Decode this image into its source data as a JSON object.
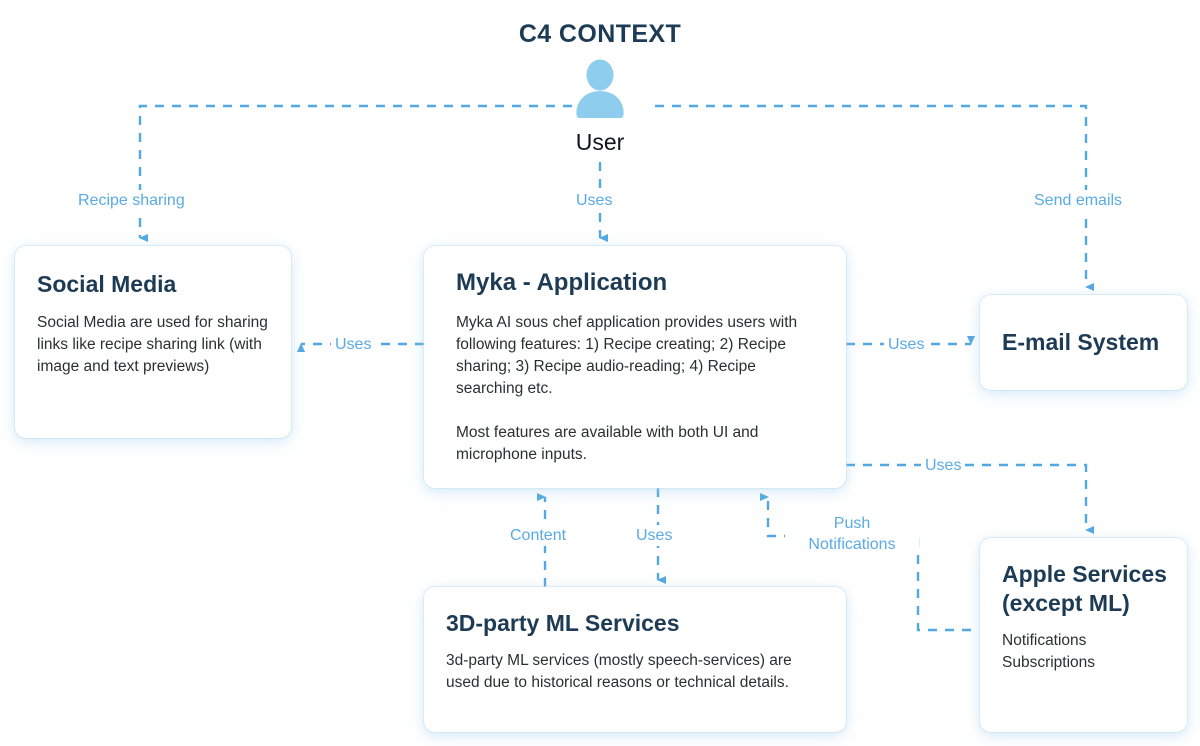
{
  "diagram": {
    "title": "C4 CONTEXT",
    "type": "c4-context-diagram"
  },
  "colors": {
    "title_navy": "#1d3b54",
    "heading_navy": "#1d3b54",
    "body_text": "#2b2f33",
    "edge_blue": "#59abe3",
    "actor_blue": "#8ecdee",
    "background": "#ffffff",
    "box_background": "#ffffff"
  },
  "actor": {
    "icon": "user-person-icon",
    "label": "User"
  },
  "nodes": {
    "social_media": {
      "title": "Social Media",
      "description": "Social Media are used for sharing links like recipe sharing link (with image and text previews)"
    },
    "myka": {
      "title": "Myka - Application",
      "description": "Myka AI sous chef application provides users with following features: 1) Recipe creating; 2) Recipe sharing; 3) Recipe audio-reading; 4) Recipe searching etc.\n\nMost features are available with both UI and microphone inputs."
    },
    "email_system": {
      "title": "E-mail System",
      "description": ""
    },
    "ml_services": {
      "title": "3D-party ML Services",
      "description": "3d-party ML services (mostly speech-services) are used due to historical reasons or technical details."
    },
    "apple_services": {
      "title": "Apple Services\n(except ML)",
      "description": "Notifications\nSubscriptions"
    }
  },
  "edges": [
    {
      "id": "user-to-social",
      "label": "Recipe sharing",
      "from": "User",
      "to": "Social Media",
      "style": "dashed",
      "arrow": "down"
    },
    {
      "id": "user-to-myka",
      "label": "Uses",
      "from": "User",
      "to": "Myka - Application",
      "style": "dashed",
      "arrow": "down"
    },
    {
      "id": "user-to-email",
      "label": "Send emails",
      "from": "User",
      "to": "E-mail System",
      "style": "dashed",
      "arrow": "down"
    },
    {
      "id": "myka-to-social",
      "label": "Uses",
      "from": "Myka - Application",
      "to": "Social Media",
      "style": "dashed",
      "arrow": "left"
    },
    {
      "id": "myka-to-email",
      "label": "Uses",
      "from": "Myka - Application",
      "to": "E-mail System",
      "style": "dashed",
      "arrow": "right"
    },
    {
      "id": "myka-to-apple",
      "label": "Uses",
      "from": "Myka - Application",
      "to": "Apple Services (except ML)",
      "style": "dashed",
      "arrow": "down"
    },
    {
      "id": "ml-to-myka-content",
      "label": "Content",
      "from": "3D-party ML Services",
      "to": "Myka - Application",
      "style": "dashed",
      "arrow": "up"
    },
    {
      "id": "myka-to-ml-uses",
      "label": "Uses",
      "from": "Myka - Application",
      "to": "3D-party ML Services",
      "style": "dashed",
      "arrow": "down"
    },
    {
      "id": "apple-to-myka-push",
      "label": "Push\nNotifications",
      "from": "Apple Services (except ML)",
      "to": "Myka - Application",
      "style": "dashed",
      "arrow": "up"
    }
  ]
}
